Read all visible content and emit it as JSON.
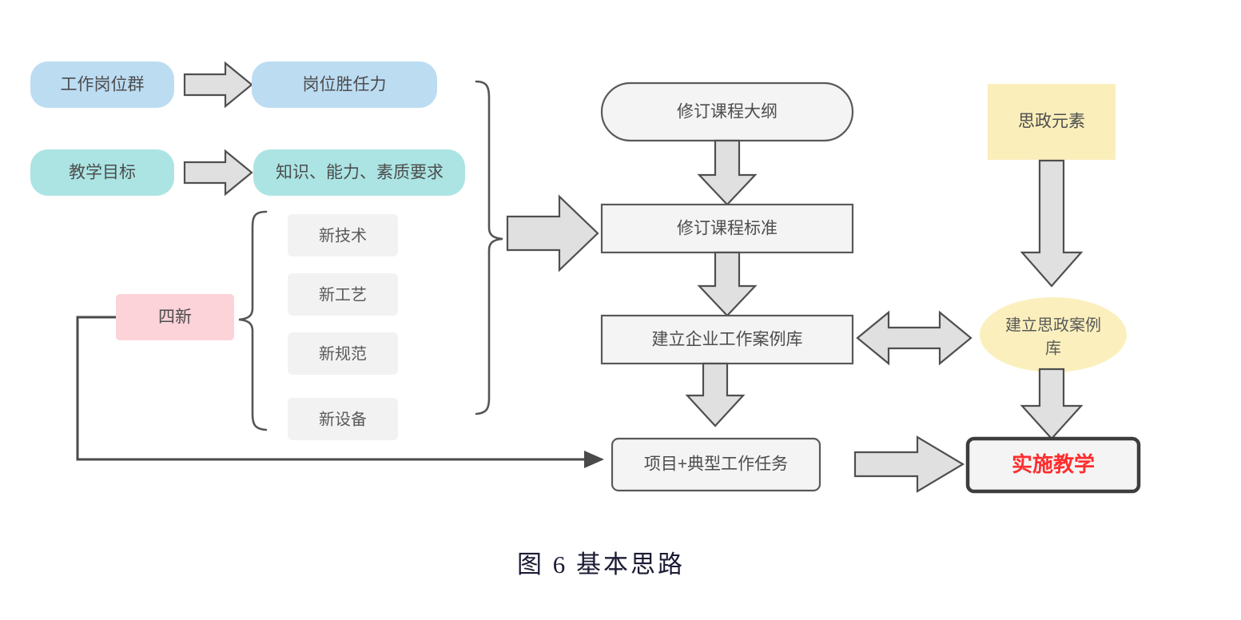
{
  "figure": {
    "caption": "图 6  基本思路",
    "background_color": "#ffffff"
  },
  "colors": {
    "blue": "#bcdcf2",
    "teal": "#ace4e4",
    "pink": "#fbd3d8",
    "gray": "#f2f2f2",
    "yellow": "#faeeba",
    "ellipse_yellow": "#fbf0bd",
    "process_box": "#f4f4f4",
    "arrow_fill": "#e0e0e0",
    "arrow_stroke": "#4f4f4f",
    "accent_red": "#ff2d2d",
    "text_gray": "#4d4d4d"
  },
  "nodes": {
    "job_cluster": {
      "label": "工作岗位群"
    },
    "job_competency": {
      "label": "岗位胜任力"
    },
    "teaching_goal": {
      "label": "教学目标"
    },
    "knowledge_req": {
      "label": "知识、能力、素质要求"
    },
    "four_new": {
      "label": "四新"
    },
    "four_new_items": [
      {
        "label": "新技术"
      },
      {
        "label": "新工艺"
      },
      {
        "label": "新规范"
      },
      {
        "label": "新设备"
      }
    ],
    "revise_outline": {
      "label": "修订课程大纲"
    },
    "revise_standard": {
      "label": "修订课程标准"
    },
    "enterprise_case_lib": {
      "label": "建立企业工作案例库"
    },
    "project_tasks": {
      "label": "项目+典型工作任务"
    },
    "ideology_elements": {
      "label": "思政元素"
    },
    "ideology_case_lib_line1": {
      "label": "建立思政案例"
    },
    "ideology_case_lib_line2": {
      "label": "库"
    },
    "implement_teaching": {
      "label": "实施教学"
    }
  },
  "connectors": [
    {
      "name": "job-cluster-to-competency",
      "type": "block-arrow-right"
    },
    {
      "name": "teaching-goal-to-knowledge",
      "type": "block-arrow-right"
    },
    {
      "name": "four-new-brace",
      "type": "curly-brace-right"
    },
    {
      "name": "inputs-brace",
      "type": "curly-brace-right"
    },
    {
      "name": "inputs-to-standard",
      "type": "block-arrow-right"
    },
    {
      "name": "outline-to-standard",
      "type": "block-arrow-down"
    },
    {
      "name": "standard-to-case-lib",
      "type": "block-arrow-down"
    },
    {
      "name": "case-lib-to-project",
      "type": "block-arrow-down"
    },
    {
      "name": "case-lib-bidirectional",
      "type": "block-arrow-double"
    },
    {
      "name": "project-to-implement",
      "type": "block-arrow-right"
    },
    {
      "name": "ideology-to-case-lib",
      "type": "block-arrow-down"
    },
    {
      "name": "ideology-case-to-implement",
      "type": "block-arrow-down"
    },
    {
      "name": "four-new-feedback",
      "type": "polyline-arrow"
    }
  ]
}
